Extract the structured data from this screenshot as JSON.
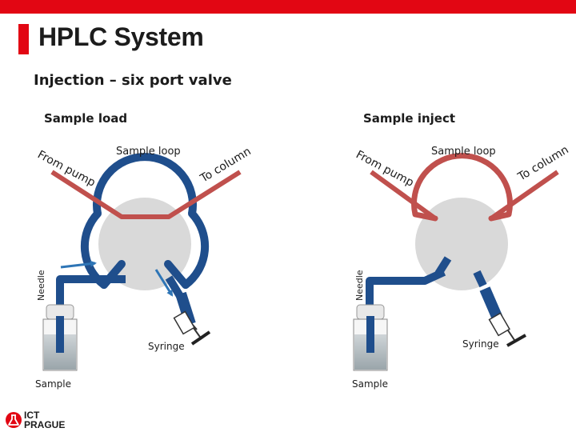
{
  "header": {
    "title": "HPLC System",
    "subtitle": "Injection – six port valve"
  },
  "colors": {
    "accent_red": "#e20613",
    "valve_blue": "#1f4e8c",
    "valve_disk": "#d9d9d9",
    "rotor_red": "#c0504d",
    "arrow_blue": "#2e75b6"
  },
  "panels": [
    {
      "mode": "Sample load",
      "labels": {
        "sample_loop": "Sample loop",
        "from_pump": "From pump",
        "to_column": "To column",
        "needle": "Needle",
        "syringe": "Syringe",
        "sample": "Sample"
      }
    },
    {
      "mode": "Sample inject",
      "labels": {
        "sample_loop": "Sample loop",
        "from_pump": "From pump",
        "to_column": "To column",
        "needle": "Needle",
        "syringe": "Syringe",
        "sample": "Sample"
      }
    }
  ],
  "logo": {
    "line1": "ICT",
    "line2": "PRAGUE",
    "icon": "flask-logo-icon"
  }
}
